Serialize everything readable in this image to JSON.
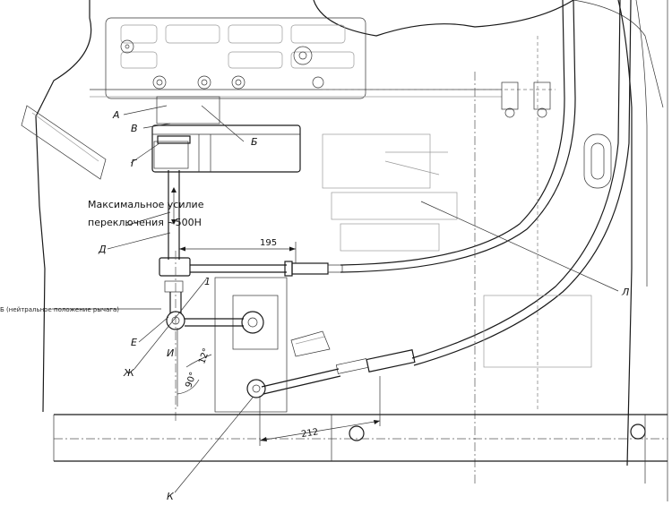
{
  "labels": {
    "A_top": "А",
    "B": "В",
    "G_top": "Г",
    "B6": "Б",
    "D": "Д",
    "E": "Е",
    "Zh": "Ж",
    "I": "И",
    "K": "К",
    "L": "Л",
    "one": "1"
  },
  "note": {
    "line1": "Максимальное усилие",
    "line2": "переключения ~500Н"
  },
  "side_note": "Б (нейтральное положение рычага)",
  "dimensions": {
    "d195": "195",
    "d212": "212",
    "a90": "90°",
    "a12": "12°"
  }
}
